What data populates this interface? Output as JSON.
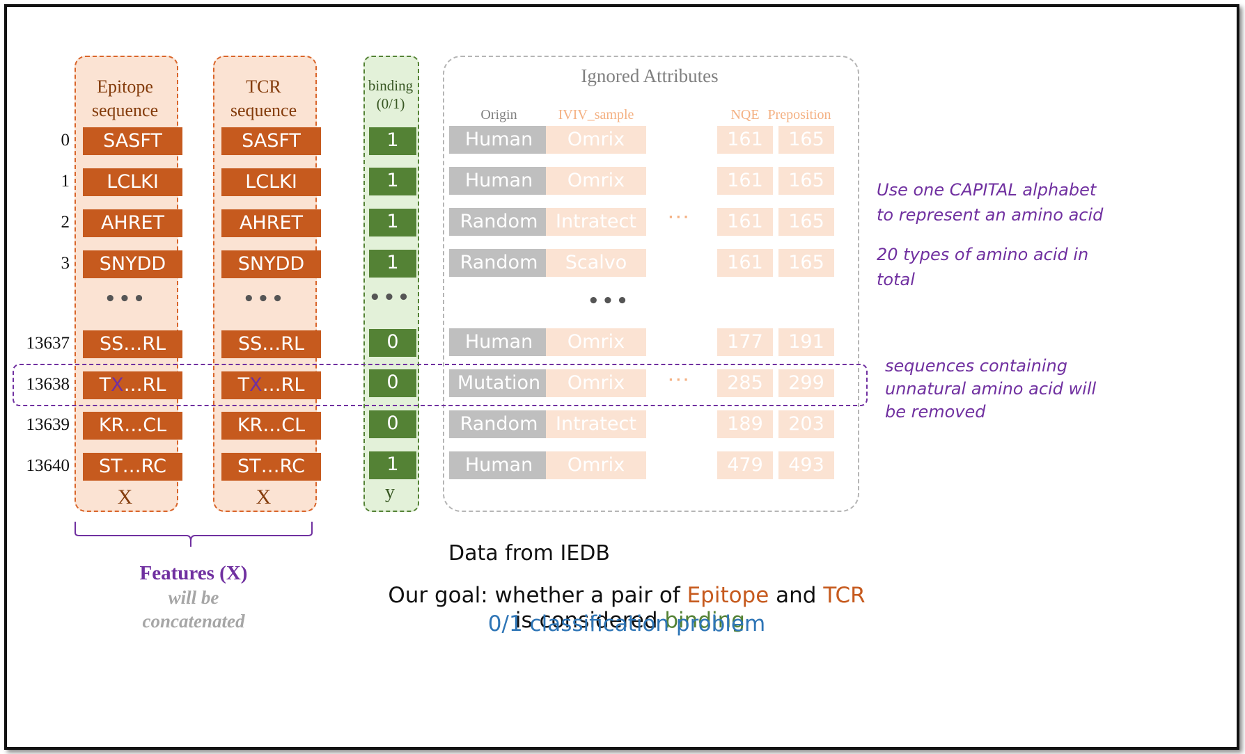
{
  "columns": {
    "epitope_header": [
      "Epitope",
      "sequence"
    ],
    "tcr_header": [
      "TCR",
      "sequence"
    ],
    "binding_header": [
      "binding",
      "(0/1)"
    ],
    "x_label": "X",
    "y_label": "y"
  },
  "ignored": {
    "title": "Ignored Attributes",
    "col_origin": "Origin",
    "col_ivsample": "IVIV_sample",
    "col_nqe": "NQE",
    "col_preposition": "Preposition"
  },
  "rows": [
    {
      "index": "0",
      "epitope": "SASFT",
      "tcr": "SASFT",
      "binding": "1",
      "origin": "Human",
      "sample": "Omrix",
      "nqe": "161",
      "prep": "165"
    },
    {
      "index": "1",
      "epitope": "LCLKI",
      "tcr": "LCLKI",
      "binding": "1",
      "origin": "Human",
      "sample": "Omrix",
      "nqe": "161",
      "prep": "165"
    },
    {
      "index": "2",
      "epitope": "AHRET",
      "tcr": "AHRET",
      "binding": "1",
      "origin": "Random",
      "sample": "Intratect",
      "nqe": "161",
      "prep": "165"
    },
    {
      "index": "3",
      "epitope": "SNYDD",
      "tcr": "SNYDD",
      "binding": "1",
      "origin": "Random",
      "sample": "Scalvo",
      "nqe": "161",
      "prep": "165"
    },
    {
      "index": "13637",
      "epitope": "SS…RL",
      "tcr": "SS…RL",
      "binding": "0",
      "origin": "Human",
      "sample": "Omrix",
      "nqe": "177",
      "prep": "191"
    },
    {
      "index": "13638",
      "epitope_pre": "T",
      "epitope_mark": "X",
      "epitope_post": "…RL",
      "tcr_pre": "T",
      "tcr_mark": "X",
      "tcr_post": "…RL",
      "binding": "0",
      "origin": "Mutation",
      "sample": "Omrix",
      "nqe": "285",
      "prep": "299"
    },
    {
      "index": "13639",
      "epitope": "KR…CL",
      "tcr": "KR…CL",
      "binding": "0",
      "origin": "Random",
      "sample": "Intratect",
      "nqe": "189",
      "prep": "203"
    },
    {
      "index": "13640",
      "epitope": "ST…RC",
      "tcr": "ST…RC",
      "binding": "1",
      "origin": "Human",
      "sample": "Omrix",
      "nqe": "479",
      "prep": "493"
    }
  ],
  "ellipses": {
    "big": "•••",
    "small": "···"
  },
  "notes": {
    "capital": [
      "Use one CAPITAL alphabet",
      "to represent an amino acid"
    ],
    "types": [
      "20 types of amino acid in",
      "total"
    ],
    "removed": [
      "sequences containing",
      "unnatural amino acid will",
      "be removed"
    ]
  },
  "features": {
    "title": "Features (X)",
    "sub1": "will be",
    "sub2": "concatenated"
  },
  "footer": {
    "source": "Data from IEDB",
    "goal_pre": "Our goal: whether a pair of ",
    "goal_epitope": "Epitope",
    "goal_and": " and ",
    "goal_tcr": "TCR",
    "goal_mid": " is considered ",
    "goal_binding": "binding",
    "problem": "0/1 classification problem"
  },
  "colors": {
    "epitope_orange": "#c65a1e",
    "binding_green": "#548235",
    "note_purple": "#7030a0",
    "problem_blue": "#2e75b6",
    "origin_grey": "#bfbfbf",
    "faded_peach": "#fbe3d3"
  }
}
